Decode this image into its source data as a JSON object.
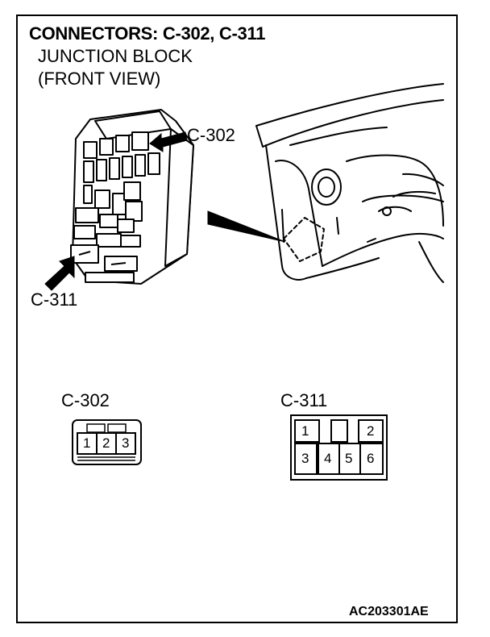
{
  "title": "CONNECTORS: C-302, C-311",
  "subtitle_line1": "JUNCTION BLOCK",
  "subtitle_line2": "(FRONT VIEW)",
  "callouts": {
    "c302": "C-302",
    "c311": "C-311"
  },
  "connector_c302": {
    "label": "C-302",
    "pins": [
      "1",
      "2",
      "3"
    ]
  },
  "connector_c311": {
    "label": "C-311",
    "top_pins": [
      "1",
      "2"
    ],
    "bottom_pins": [
      "3",
      "4",
      "5",
      "6"
    ]
  },
  "reference_code": "AC203301AE"
}
